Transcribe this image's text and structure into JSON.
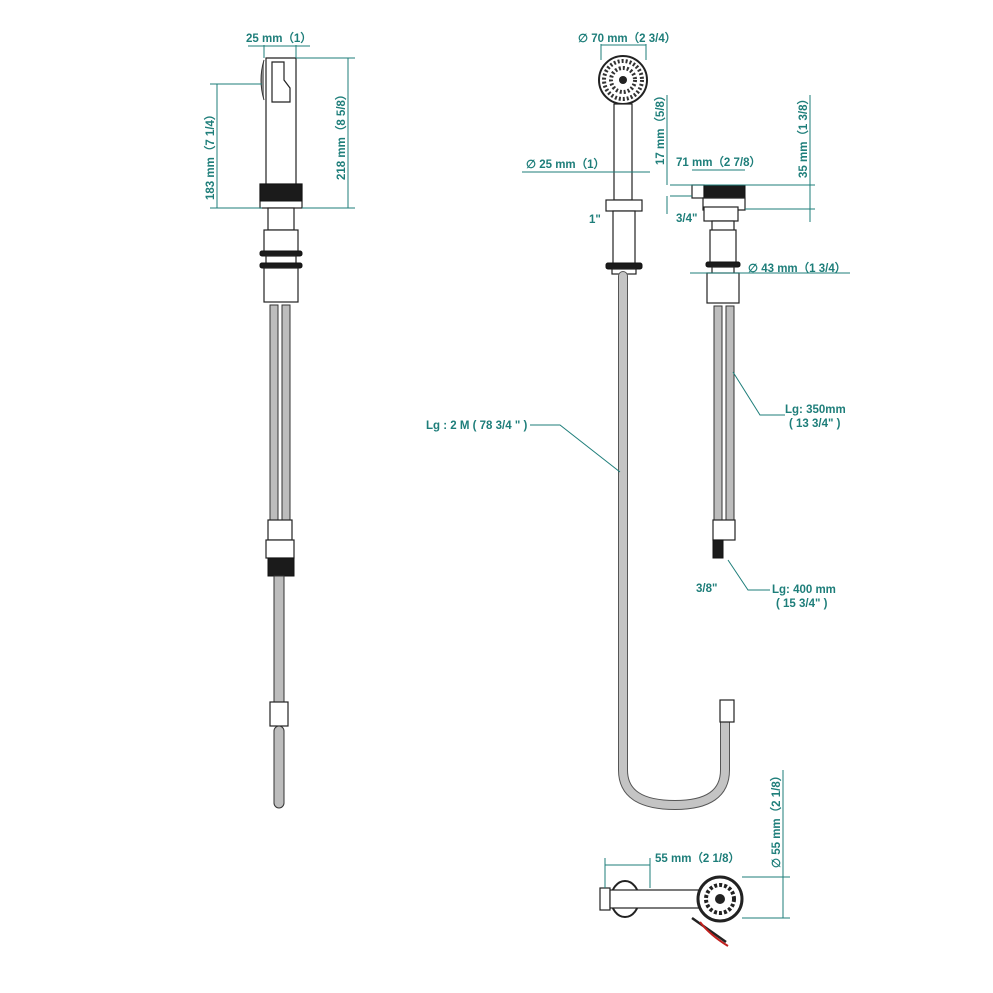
{
  "side_view": {
    "width_label": "25 mm（1）",
    "height_183_label": "183 mm（7 1/4）",
    "height_218_label": "218 mm（8 5/8）"
  },
  "front_view": {
    "head_diameter_label": "∅ 70 mm（2 3/4）",
    "handle_diameter_label": "∅ 25 mm（1）",
    "thread_label": "1\"",
    "hose_length_label": "Lg : 2 M ( 78 3/4 \" )"
  },
  "diverter_view": {
    "height_17_label": "17 mm（5/8）",
    "width_71_label": "71 mm（2 7/8）",
    "height_35_label": "35 mm（1 3/8）",
    "thread_label": "3/4\"",
    "body_diameter_label": "∅ 43 mm（1 3/4）",
    "hose_350_label_1": "Lg: 350mm",
    "hose_350_label_2": "( 13 3/4\" )",
    "thread_38_label": "3/8\"",
    "hose_400_label_1": "Lg: 400 mm",
    "hose_400_label_2": "( 15 3/4\" )"
  },
  "top_view": {
    "width_55_label": "55 mm（2 1/8）",
    "diameter_55_label": "∅ 55 mm（2 1/8）"
  },
  "colors": {
    "dimension": "#1e7e7a",
    "outline": "#222222",
    "hot_line": "#c0201e"
  }
}
